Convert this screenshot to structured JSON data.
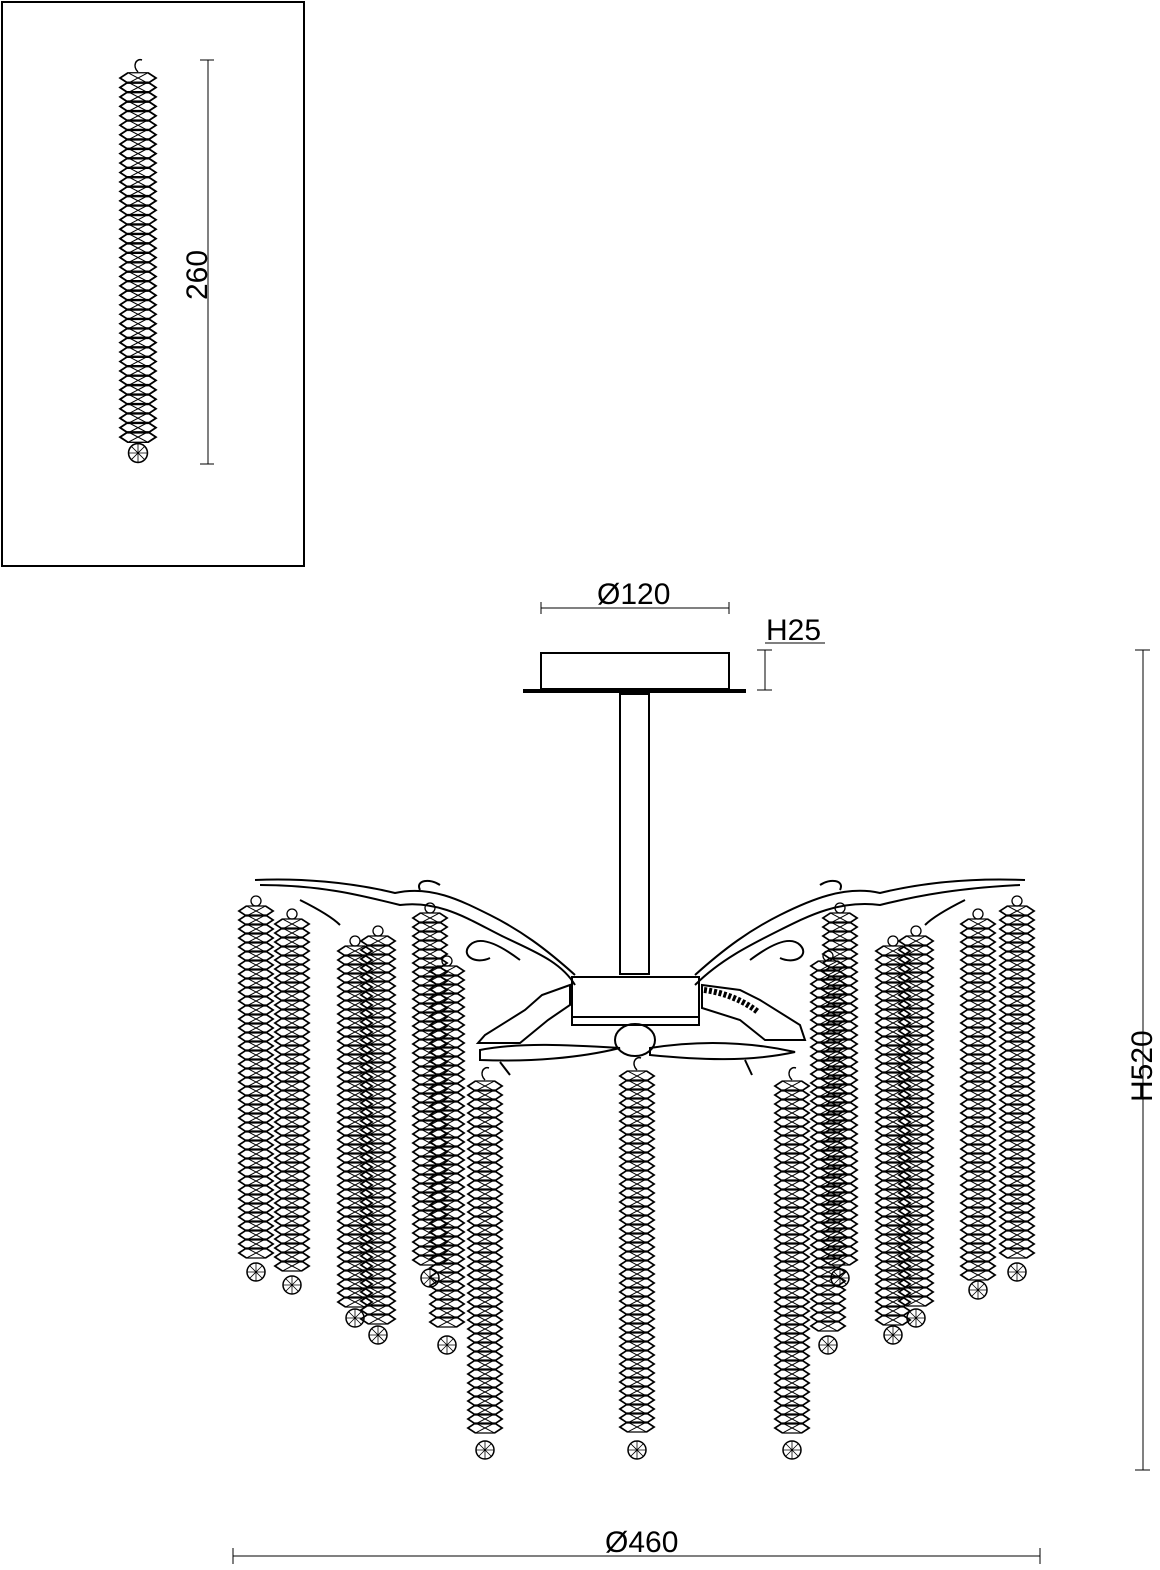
{
  "detail": {
    "pendant_length_label": "260"
  },
  "dimensions": {
    "canopy_diameter": "Ø120",
    "canopy_height": "H25",
    "total_height": "H520",
    "total_diameter": "Ø460"
  },
  "colors": {
    "line": "#000000",
    "background": "#ffffff"
  }
}
